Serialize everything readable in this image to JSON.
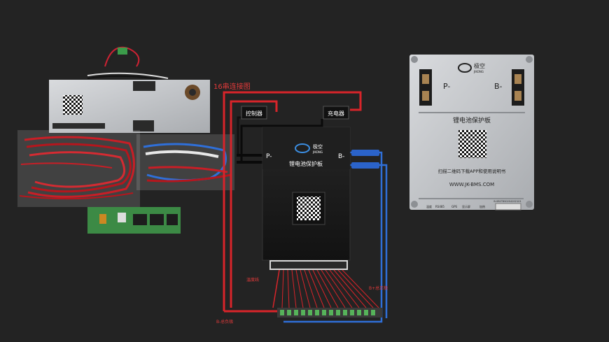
{
  "labels": {
    "series_connection": "16串连接图",
    "controller": "控制器",
    "charger": "充电器",
    "temp_probe": "温度线",
    "b_plus": "B+总正极",
    "b_minus": "B-总负极"
  },
  "main_board": {
    "brand": "极空",
    "brand_sub": "JIKONG",
    "p_terminal": "P-",
    "b_terminal": "B-",
    "title": "锂电池保护板"
  },
  "right_board": {
    "brand": "极空",
    "brand_sub": "JIKONG",
    "p_terminal": "P-",
    "b_terminal": "B-",
    "title": "锂电池保护板",
    "scan_text": "扫描二维码下载APP和使用说明书",
    "url": "WWW.JK-BMS.COM",
    "port_labels": [
      "温度",
      "RS485",
      "GPS",
      "显示屏",
      "加热"
    ],
    "serial": "B-SB2T8S02S4202101"
  },
  "colors": {
    "background": "#232323",
    "wire_red": "#d8242a",
    "wire_blue": "#2f6fd8",
    "plate_silver": "#c7c9cc",
    "case_black": "#181818",
    "pcb_green": "#3c8a45"
  }
}
